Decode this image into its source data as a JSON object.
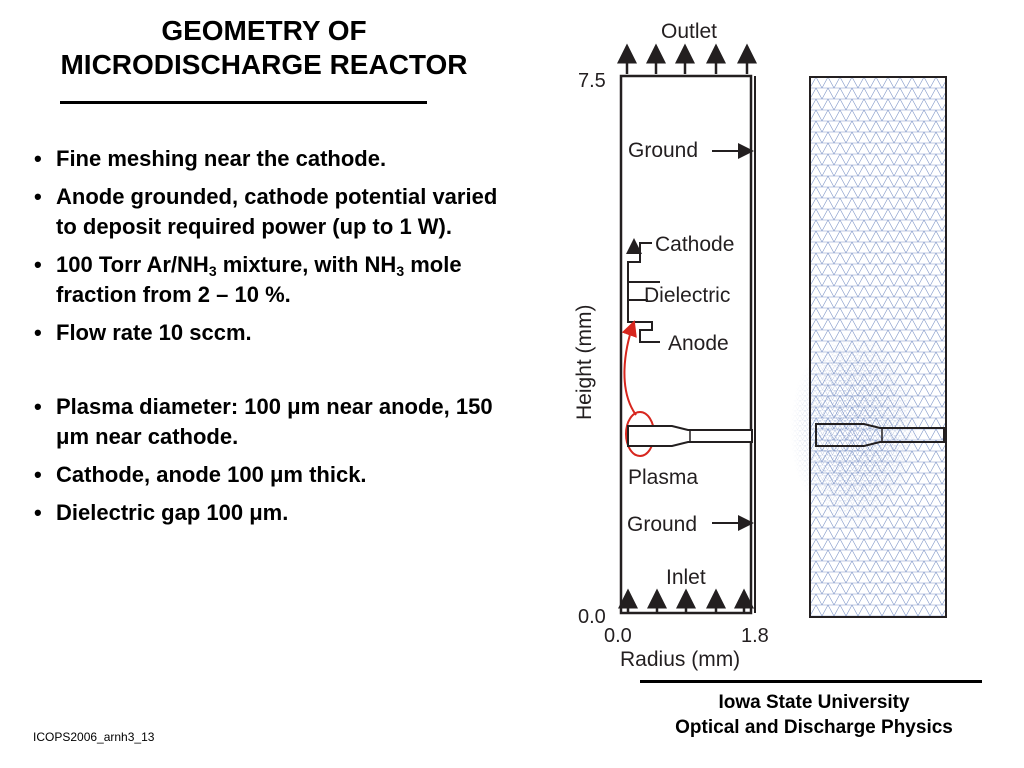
{
  "title": {
    "line1": "GEOMETRY OF",
    "line2": "MICRODISCHARGE REACTOR"
  },
  "bullets": [
    {
      "text": "Fine meshing near the cathode."
    },
    {
      "text": "Anode grounded, cathode potential varied to deposit required power (up to 1 W)."
    },
    {
      "part1": "100 Torr Ar/NH",
      "sub1": "3",
      "part2": " mixture, with NH",
      "sub2": "3",
      "part3": " mole fraction from 2 – 10 %."
    },
    {
      "text": "Flow rate 10  sccm."
    },
    {
      "text": "Plasma diameter: 100 μm near anode, 150 μm near cathode."
    },
    {
      "text": "Cathode, anode 100 μm thick."
    },
    {
      "text": "Dielectric gap 100 μm."
    }
  ],
  "figure": {
    "outlet": "Outlet",
    "inlet": "Inlet",
    "y_top": "7.5",
    "y_bottom": "0.0",
    "x_left": "0.0",
    "x_right": "1.8",
    "ylabel": "Height (mm)",
    "xlabel": "Radius (mm)",
    "ground_top": "Ground",
    "cathode": "Cathode",
    "dielectric": "Dielectric",
    "anode": "Anode",
    "plasma": "Plasma",
    "ground_bottom": "Ground",
    "colors": {
      "mesh": "#7f96c8",
      "annotation": "#d7261e"
    }
  },
  "footer": {
    "line1": "Iowa State University",
    "line2": "Optical and Discharge Physics"
  },
  "slide_id": "ICOPS2006_arnh3_13"
}
